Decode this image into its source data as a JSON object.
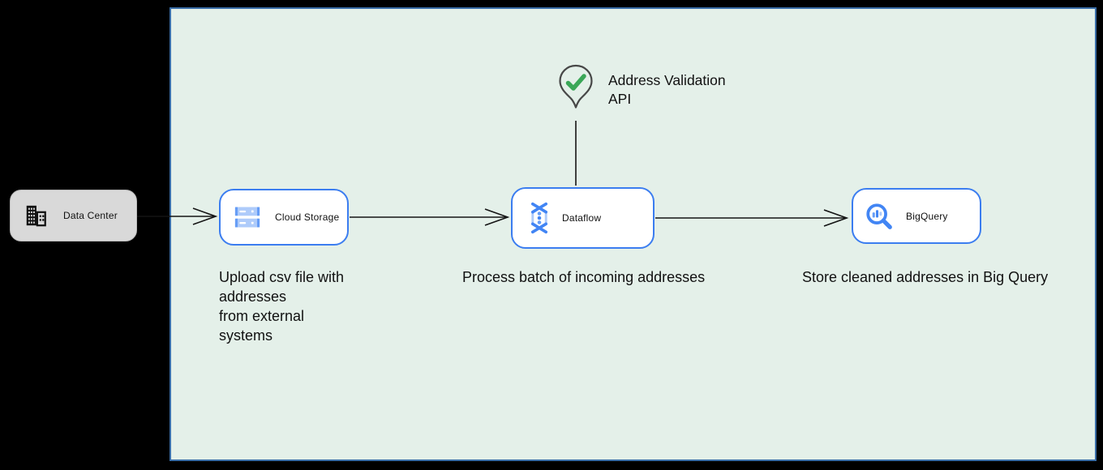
{
  "colors": {
    "canvas_bg": "#000000",
    "panel_bg": "#e4f0e9",
    "panel_border": "#3a6ea8",
    "node_border": "#3b7df0",
    "node_bg": "#ffffff",
    "external_node_bg": "#d9d9d9",
    "connector": "#141414",
    "text": "#111111",
    "check_green": "#3aa757",
    "pin_outline": "#474747",
    "gcp_blue": "#4285f4",
    "gcp_blue_mid": "#669df6",
    "gcp_blue_light": "#aecbfa"
  },
  "external_node": {
    "label": "Data Center"
  },
  "nodes": {
    "cloud_storage": {
      "label": "Cloud Storage"
    },
    "dataflow": {
      "label": "Dataflow"
    },
    "bigquery": {
      "label": "BigQuery"
    }
  },
  "api_marker": {
    "label": "Address Validation\nAPI"
  },
  "captions": {
    "cloud_storage": "Upload csv file with\naddresses\nfrom external\nsystems",
    "dataflow": "Process batch of incoming addresses",
    "bigquery": "Store cleaned addresses in Big Query"
  }
}
